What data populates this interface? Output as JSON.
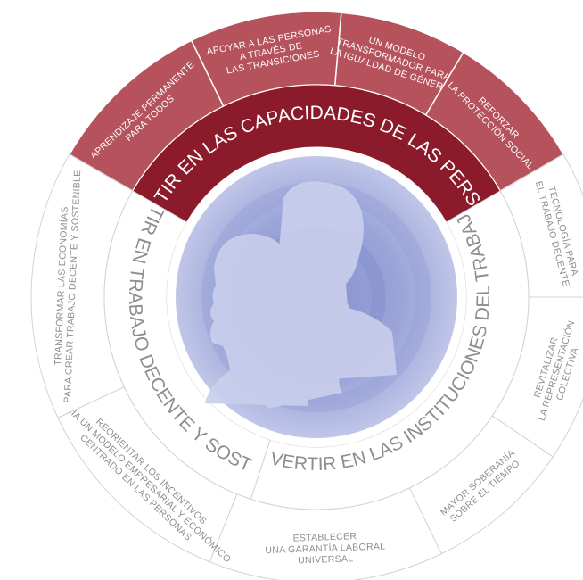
{
  "outer_ring": [
    {
      "id": "aprendizaje",
      "lines": [
        "APRENDIZAJE PERMANENTE",
        "PARA TODOS"
      ],
      "highlight": true
    },
    {
      "id": "apoyar",
      "lines": [
        "APOYAR A LAS PERSONAS",
        "A TRAVÉS DE",
        "LAS TRANSICIONES"
      ],
      "highlight": true
    },
    {
      "id": "modelo",
      "lines": [
        "UN MODELO",
        "TRANSFORMADOR PARA",
        "LA IGUALDAD DE GÉNERO"
      ],
      "highlight": true
    },
    {
      "id": "reforzar",
      "lines": [
        "REFORZAR",
        "LA PROTECCIÓN SOCIAL"
      ],
      "highlight": true
    },
    {
      "id": "tecnologia",
      "lines": [
        "TECNOLOGÍA PARA",
        "EL TRABAJO DECENTE"
      ],
      "highlight": false
    },
    {
      "id": "revitalizar",
      "lines": [
        "REVITALIZAR",
        "LA REPRESENTACIÓN",
        "COLECTIVA"
      ],
      "highlight": false
    },
    {
      "id": "soberania",
      "lines": [
        "MAYOR SOBERANÍA",
        "SOBRE EL TIEMPO"
      ],
      "highlight": false
    },
    {
      "id": "garantia",
      "lines": [
        "ESTABLECER",
        "UNA GARANTÍA LABORAL",
        "UNIVERSAL"
      ],
      "highlight": false
    },
    {
      "id": "reorientar",
      "lines": [
        "REORIENTAR LOS INCENTIVOS",
        "HACIA UN MODELO EMPRESARIAL Y ECONÓMICO",
        "CENTRADO EN LAS PERSONAS"
      ],
      "highlight": false
    },
    {
      "id": "transformar",
      "lines": [
        "TRANSFORMAR LAS ECONOMÍAS",
        "PARA CREAR TRABAJO DECENTE Y SOSTENIBLE"
      ],
      "highlight": false
    }
  ],
  "middle_ring": [
    {
      "id": "capacidades",
      "label": "INVERTIR EN LAS CAPACIDADES DE LAS PERSONAS",
      "highlight": true
    },
    {
      "id": "instituciones",
      "label": "INVERTIR EN LAS INSTITUCIONES DEL TRABAJO",
      "highlight": false
    },
    {
      "id": "trabajo",
      "label": "INVERTIR EN TRABAJO DECENTE Y SOSTENIBLE",
      "highlight": false
    }
  ],
  "colors": {
    "outer_highlight": "#b5525c",
    "middle_highlight": "#8b1a2b",
    "ring_bg": "#ffffff",
    "ring_stroke": "#d3d3d3",
    "text_dark": "#ffffff",
    "text_light": "#8e8e8e",
    "center_light": "#b9c0e4",
    "center_dark": "#6f7cc0",
    "figures": "#c6cbeb"
  }
}
